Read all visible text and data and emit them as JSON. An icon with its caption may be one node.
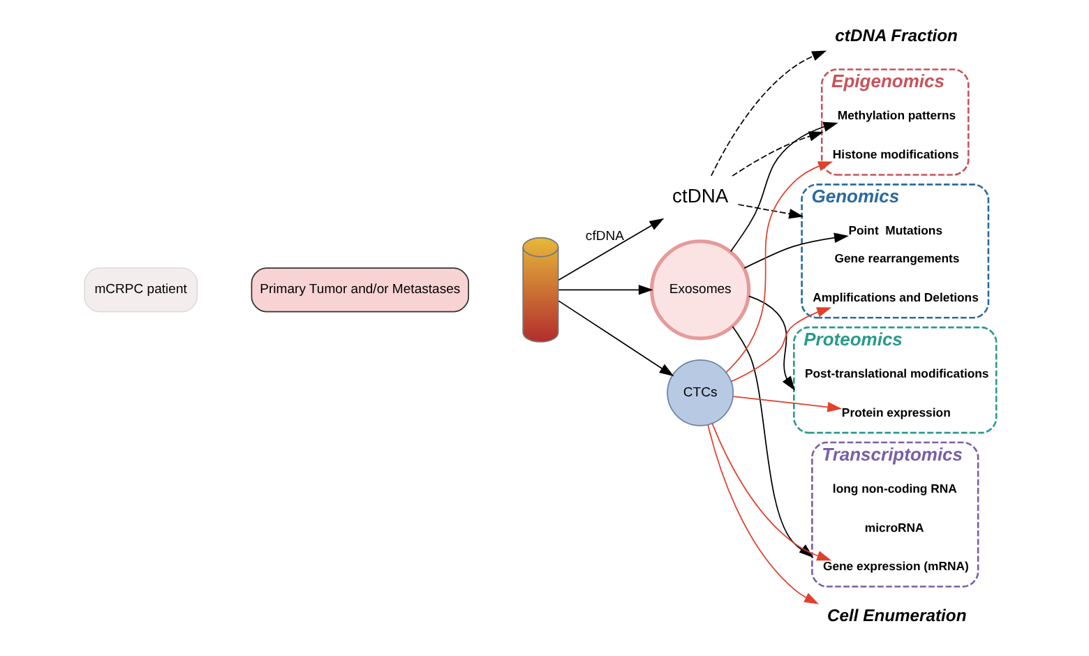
{
  "diagram": {
    "nodes": [
      {
        "text": [
          "mCRPC patient"
        ]
      },
      {
        "text": [
          "Primary Tumor and/or Metastases"
        ]
      },
      {
        "text": [],
        "shape": "picture"
      },
      {
        "text": [
          "ctDNA"
        ]
      },
      {
        "text": [
          "Exosomes"
        ]
      },
      {
        "text": [
          "CTCs"
        ]
      },
      {
        "text": [
          "ctDNA Fraction"
        ]
      },
      {
        "text": [
          "Genomics"
        ]
      },
      {
        "text": [
          "Point  Mutations"
        ],
        "in": 7
      },
      {
        "text": [
          "Amplifications and Deletions"
        ],
        "in": 7
      },
      {
        "text": [
          "Gene rearrangements"
        ],
        "in": 7
      },
      {
        "text": [
          "Epigenomics"
        ]
      },
      {
        "text": [
          "Methylation patterns"
        ],
        "in": 11
      },
      {
        "text": [
          "Histone modifications"
        ],
        "in": 11
      },
      {
        "text": [
          "Transcriptomics"
        ]
      },
      {
        "text": [
          "Gene expression (mRNA)"
        ],
        "in": 14
      },
      {
        "text": [
          "microRNA"
        ],
        "in": 14
      },
      {
        "text": [
          "long non-coding RNA"
        ],
        "in": 14
      },
      {
        "text": [
          "Proteomics"
        ]
      },
      {
        "text": [
          "Protein expression"
        ],
        "in": 18
      },
      {
        "text": [
          "Post-translational modifications"
        ],
        "in": 18
      },
      {
        "text": [
          "Cell Enumeration"
        ]
      }
    ],
    "edges": [
      {
        "from": 2,
        "to": 3,
        "arrow": "to",
        "label": "cfDNA"
      },
      {
        "from": 2,
        "to": 4,
        "arrow": "to"
      },
      {
        "from": 2,
        "to": 5,
        "arrow": "to"
      },
      {
        "from": 3,
        "to": 6,
        "arrow": "to",
        "style": "dashed"
      },
      {
        "from": 3,
        "to": 7,
        "arrow": "to",
        "style": "dashed"
      },
      {
        "from": 3,
        "to": 11,
        "arrow": "to",
        "style": "dashed"
      },
      {
        "from": 4,
        "to": 8,
        "arrow": "to"
      },
      {
        "from": 4,
        "to": 12,
        "arrow": "to"
      },
      {
        "from": 4,
        "to": 14,
        "arrow": "to"
      },
      {
        "from": 4,
        "to": 18,
        "arrow": "to"
      },
      {
        "from": 5,
        "to": 9,
        "arrow": "to",
        "color": "#e0402c"
      },
      {
        "from": 5,
        "to": 13,
        "arrow": "to",
        "color": "#e0402c"
      },
      {
        "from": 5,
        "to": 15,
        "arrow": "to",
        "color": "#e0402c"
      },
      {
        "from": 5,
        "to": 19,
        "arrow": "to",
        "color": "#e0402c"
      },
      {
        "from": 5,
        "to": 21,
        "arrow": "to",
        "color": "#e0402c"
      }
    ]
  }
}
